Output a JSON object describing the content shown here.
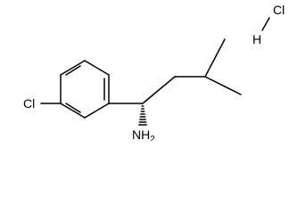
{
  "molecule": {
    "atoms": {
      "chlorine_aryl": "Cl",
      "nitrogen": "N",
      "amine_h": "H",
      "amine_h_count": "2",
      "hcl_chlorine": "Cl",
      "hcl_hydrogen": "H"
    },
    "stereo": "hashed-wedge"
  },
  "colors": {
    "ink": "#000000",
    "background": "#ffffff"
  }
}
